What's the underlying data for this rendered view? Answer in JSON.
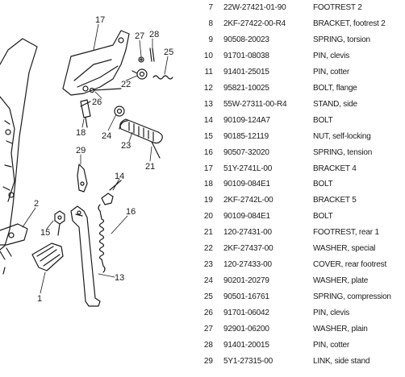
{
  "diagram": {
    "callouts": [
      "17",
      "27",
      "28",
      "25",
      "22",
      "26",
      "18",
      "24",
      "23",
      "21",
      "29",
      "14",
      "2",
      "16",
      "15",
      "1",
      "13"
    ]
  },
  "parts": [
    {
      "ref": "7",
      "part_no": "22W-27421-01-90",
      "desc": "FOOTREST 2"
    },
    {
      "ref": "8",
      "part_no": "2KF-27422-00-R4",
      "desc": "BRACKET, footrest 2"
    },
    {
      "ref": "9",
      "part_no": "90508-20023",
      "desc": "SPRING, torsion"
    },
    {
      "ref": "10",
      "part_no": "91701-08038",
      "desc": "PIN, clevis"
    },
    {
      "ref": "11",
      "part_no": "91401-25015",
      "desc": "PIN, cotter"
    },
    {
      "ref": "12",
      "part_no": "95821-10025",
      "desc": "BOLT, flange"
    },
    {
      "ref": "13",
      "part_no": "55W-27311-00-R4",
      "desc": "STAND, side"
    },
    {
      "ref": "14",
      "part_no": "90109-124A7",
      "desc": "BOLT"
    },
    {
      "ref": "15",
      "part_no": "90185-12119",
      "desc": "NUT, self-locking"
    },
    {
      "ref": "16",
      "part_no": "90507-32020",
      "desc": "SPRING, tension"
    },
    {
      "ref": "17",
      "part_no": "51Y-2741L-00",
      "desc": "BRACKET 4"
    },
    {
      "ref": "18",
      "part_no": "90109-084E1",
      "desc": "BOLT"
    },
    {
      "ref": "19",
      "part_no": "2KF-2742L-00",
      "desc": "BRACKET 5"
    },
    {
      "ref": "20",
      "part_no": "90109-084E1",
      "desc": "BOLT"
    },
    {
      "ref": "21",
      "part_no": "120-27431-00",
      "desc": "FOOTREST, rear 1"
    },
    {
      "ref": "22",
      "part_no": "2KF-27437-00",
      "desc": "WASHER, special"
    },
    {
      "ref": "23",
      "part_no": "120-27433-00",
      "desc": "COVER, rear footrest"
    },
    {
      "ref": "24",
      "part_no": "90201-20279",
      "desc": "WASHER, plate"
    },
    {
      "ref": "25",
      "part_no": "90501-16761",
      "desc": "SPRING, compression"
    },
    {
      "ref": "26",
      "part_no": "91701-06042",
      "desc": "PIN, clevis"
    },
    {
      "ref": "27",
      "part_no": "92901-06200",
      "desc": "WASHER, plain"
    },
    {
      "ref": "28",
      "part_no": "91401-20015",
      "desc": "PIN, cotter"
    },
    {
      "ref": "29",
      "part_no": "5Y1-27315-00",
      "desc": "LINK, side stand"
    }
  ]
}
